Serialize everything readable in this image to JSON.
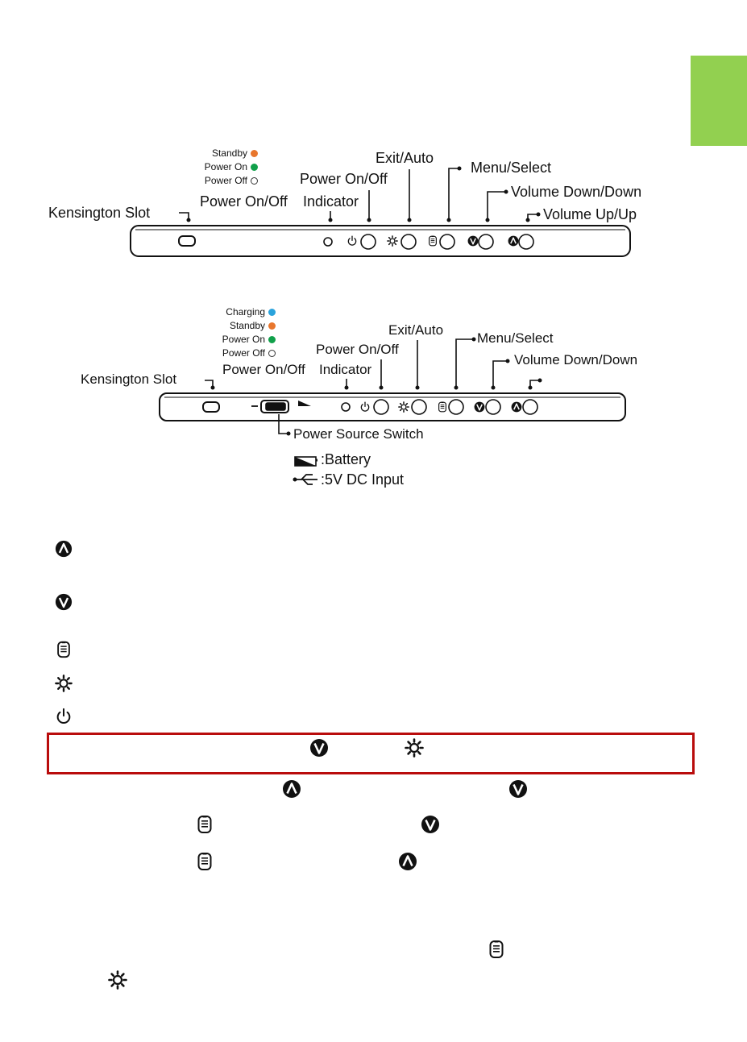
{
  "colors": {
    "accent_tab": "#92d050",
    "standby": "#e8762d",
    "power_on": "#11a04a",
    "charging": "#2aa3dc",
    "highlight_border": "#b90c0c"
  },
  "diagram_top": {
    "leds": [
      {
        "label": "Standby",
        "color": "#e8762d"
      },
      {
        "label": "Power On",
        "color": "#11a04a"
      },
      {
        "label": "Power Off",
        "color": "none"
      }
    ],
    "callouts": {
      "kensington": "Kensington Slot",
      "power_indicator_a": "Power On/Off",
      "power_indicator_b": "Indicator",
      "power_button": "Power On/Off",
      "exit": "Exit/Auto",
      "menu": "Menu/Select",
      "vol_down": "Volume Down/Down",
      "vol_up": "Volume Up/Up"
    }
  },
  "diagram_bottom": {
    "leds": [
      {
        "label": "Charging",
        "color": "#2aa3dc"
      },
      {
        "label": "Standby",
        "color": "#e8762d"
      },
      {
        "label": "Power On",
        "color": "#11a04a"
      },
      {
        "label": "Power Off",
        "color": "none"
      }
    ],
    "callouts": {
      "kensington": "Kensington Slot",
      "power_indicator_a": "Power On/Off",
      "power_indicator_b": "Indicator",
      "power_button": "Power On/Off",
      "exit": "Exit/Auto",
      "menu": "Menu/Select",
      "vol_down": "Volume Down/Down",
      "power_source": "Power Source Switch",
      "battery": ":Battery",
      "dc_input": ":5V DC Input"
    }
  },
  "icons": [
    "volume-up-icon",
    "volume-down-icon",
    "menu-icon",
    "brightness-icon",
    "power-icon"
  ]
}
